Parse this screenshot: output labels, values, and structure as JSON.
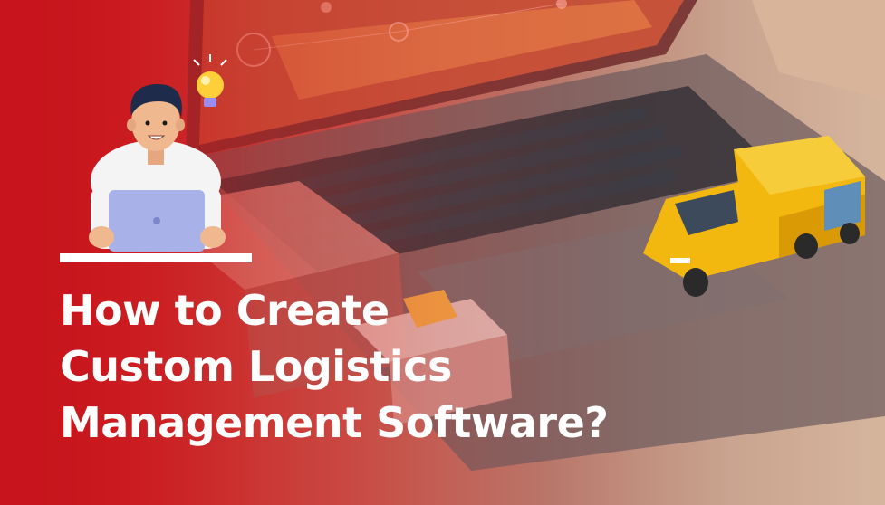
{
  "banner": {
    "title_lines": [
      "How to Create",
      "Custom Logistics",
      "Management Software?"
    ]
  },
  "icons": {
    "developer": "developer-with-laptop-icon",
    "idea": "lightbulb-icon",
    "truck": "delivery-truck-icon"
  },
  "colors": {
    "brand_red": "#c8151d",
    "title_text": "#ffffff",
    "truck_yellow": "#f2b80f"
  }
}
